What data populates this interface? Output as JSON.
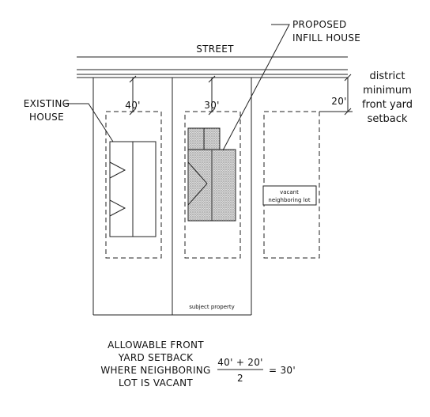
{
  "street_label": "STREET",
  "proposed_label": [
    "PROPOSED",
    "INFILL HOUSE"
  ],
  "existing_label": [
    "EXISTING",
    "HOUSE"
  ],
  "district_label": [
    "district",
    "minimum",
    "front yard",
    "setback"
  ],
  "dimensions": {
    "existing": "40'",
    "proposed": "30'",
    "district": "20'"
  },
  "vacant_label": [
    "vacant",
    "neighboring lot"
  ],
  "subject_label": "subject property",
  "caption": [
    "ALLOWABLE FRONT",
    "YARD SETBACK",
    "WHERE NEIGHBORING",
    "LOT IS VACANT"
  ],
  "formula": {
    "numerator": "40' + 20'",
    "denominator": "2",
    "result": "= 30'"
  }
}
